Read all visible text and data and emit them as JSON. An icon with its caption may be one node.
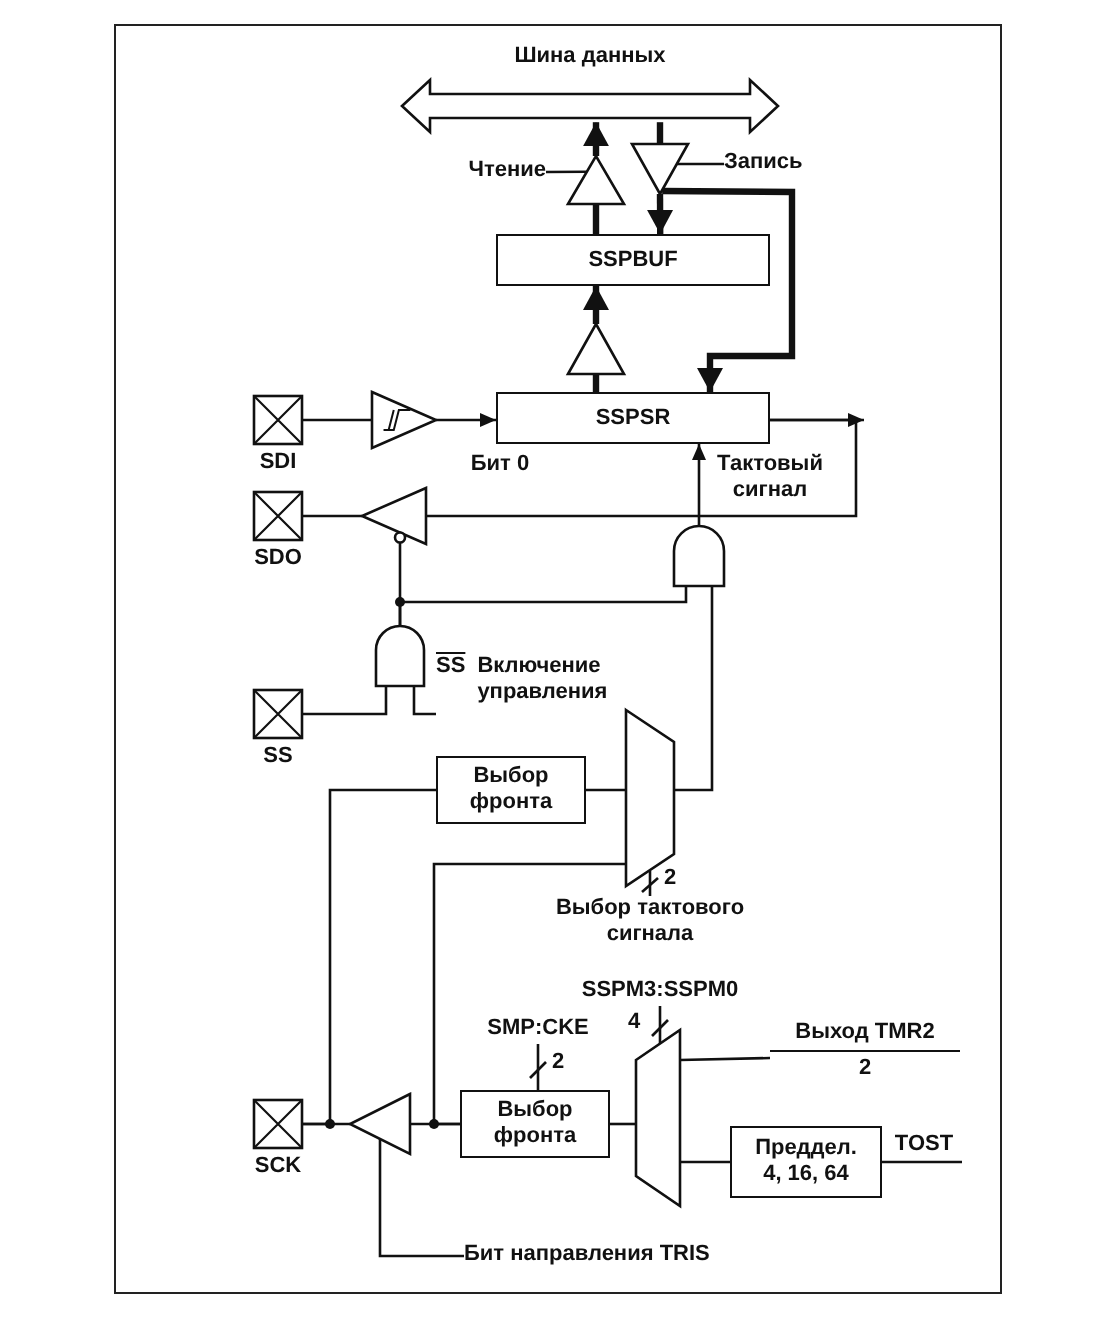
{
  "diagram": {
    "nodes": [
      {
        "text": [
          "Шина данных"
        ]
      },
      {
        "text": [],
        "shape": "triangle"
      },
      {
        "text": [],
        "shape": "triangle"
      },
      {
        "text": [
          "Чтение"
        ]
      },
      {
        "text": [
          "Запись"
        ]
      },
      {
        "text": [
          "SSPBUF"
        ]
      },
      {
        "text": [],
        "shape": "triangle"
      },
      {
        "text": [
          "SSPSR"
        ]
      },
      {
        "text": [],
        "shape": "box",
        "beside": [
          "SDI"
        ]
      },
      {
        "text": [],
        "shape": "triangle"
      },
      {
        "text": [],
        "shape": "box",
        "beside": [
          "SDO"
        ]
      },
      {
        "text": [],
        "shape": "triangle"
      },
      {
        "text": [],
        "shape": "gate"
      },
      {
        "text": [],
        "shape": "box",
        "beside": [
          "SS"
        ]
      },
      {
        "text": [],
        "shape": "gate"
      },
      {
        "text": [
          "SS",
          "Включение управления"
        ]
      },
      {
        "text": [
          "Выбор фронта"
        ]
      },
      {
        "text": [],
        "shape": "trapezoid"
      },
      {
        "text": [
          "Выбор тактового сигнала"
        ]
      },
      {
        "text": [],
        "shape": "box",
        "beside": [
          "SCK"
        ]
      },
      {
        "text": [],
        "shape": "triangle"
      },
      {
        "text": [
          "SMP:CKE"
        ]
      },
      {
        "text": [
          "Выбор фронта"
        ]
      },
      {
        "text": [
          "SSPM3:SSPM0"
        ]
      },
      {
        "text": [],
        "shape": "trapezoid"
      },
      {
        "text": [
          "Выход TMR2",
          "2"
        ]
      },
      {
        "text": [
          "Преддел. 4, 16, 64"
        ]
      },
      {
        "text": [
          "TOST"
        ]
      },
      {
        "text": [
          "Бит направления TRIS"
        ]
      }
    ],
    "edges": [
      {
        "from": 5,
        "to": 1,
        "arrow": "none",
        "style": "thick"
      },
      {
        "from": 1,
        "to": 0,
        "arrow": "to",
        "style": "thick"
      },
      {
        "from": 0,
        "to": 2,
        "arrow": "none",
        "style": "thick"
      },
      {
        "from": 2,
        "to": 5,
        "arrow": "to",
        "style": "thick"
      },
      {
        "from": 3,
        "to": 1,
        "arrow": "none"
      },
      {
        "from": 4,
        "to": 2,
        "arrow": "none"
      },
      {
        "from": 7,
        "to": 6,
        "arrow": "none",
        "style": "thick"
      },
      {
        "from": 6,
        "to": 5,
        "arrow": "to",
        "style": "thick"
      },
      {
        "from": 2,
        "to": 7,
        "arrow": "to",
        "style": "thick"
      },
      {
        "from": 8,
        "to": 9,
        "arrow": "none"
      },
      {
        "from": 9,
        "to": 7,
        "arrow": "to"
      },
      {
        "from": 7,
        "to": null,
        "arrow": "to"
      },
      {
        "from": 7,
        "to": 11,
        "arrow": "none"
      },
      {
        "from": 11,
        "to": 10,
        "arrow": "none"
      },
      {
        "from": 12,
        "to": 7,
        "arrow": "to"
      },
      {
        "from": 14,
        "to": 11,
        "arrow": "none"
      },
      {
        "from": 14,
        "to": 12,
        "arrow": "none"
      },
      {
        "from": 13,
        "to": 14,
        "arrow": "none"
      },
      {
        "from": 15,
        "to": 14,
        "arrow": "none"
      },
      {
        "from": 16,
        "to": 17,
        "arrow": "none"
      },
      {
        "from": 17,
        "to": 12,
        "arrow": "none"
      },
      {
        "from": 18,
        "to": 17,
        "arrow": "none",
        "label": "2"
      },
      {
        "from": 19,
        "to": 16,
        "arrow": "none"
      },
      {
        "from": 22,
        "to": 17,
        "arrow": "none"
      },
      {
        "from": 20,
        "to": 19,
        "arrow": "none"
      },
      {
        "from": 22,
        "to": 20,
        "arrow": "none"
      },
      {
        "from": 21,
        "to": 22,
        "arrow": "none",
        "label": "2"
      },
      {
        "from": 23,
        "to": 24,
        "arrow": "none",
        "label": "4"
      },
      {
        "from": 24,
        "to": 22,
        "arrow": "none"
      },
      {
        "from": 25,
        "to": 24,
        "arrow": "none"
      },
      {
        "from": 26,
        "to": 24,
        "arrow": "none"
      },
      {
        "from": 27,
        "to": 26,
        "arrow": "none"
      },
      {
        "from": 28,
        "to": 20,
        "arrow": "none"
      }
    ],
    "labels": [
      "Бит 0",
      "Тактовый сигнал"
    ]
  }
}
